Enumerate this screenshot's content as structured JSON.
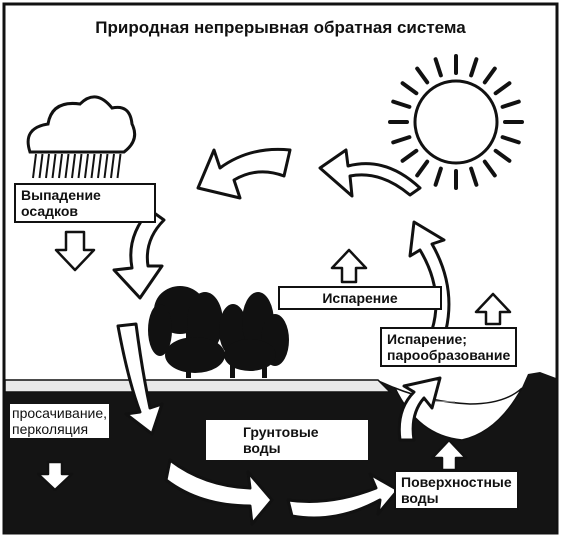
{
  "title": "Природная непрерывная обратная система",
  "labels": {
    "precipitation": [
      "Выпадение",
      "осадков"
    ],
    "evaporation": "Испарение",
    "evapotranspiration": [
      "Испарение;",
      "парообразование"
    ],
    "percolation": [
      "просачивание,",
      "перколяция"
    ],
    "groundwater": [
      "Грунтовые",
      "воды"
    ],
    "surface_water": [
      "Поверхностные",
      "воды"
    ]
  },
  "icons": [
    "sun-icon",
    "rain-cloud-icon",
    "tree-icon",
    "flow-arrow-icon",
    "block-arrow-icon"
  ]
}
